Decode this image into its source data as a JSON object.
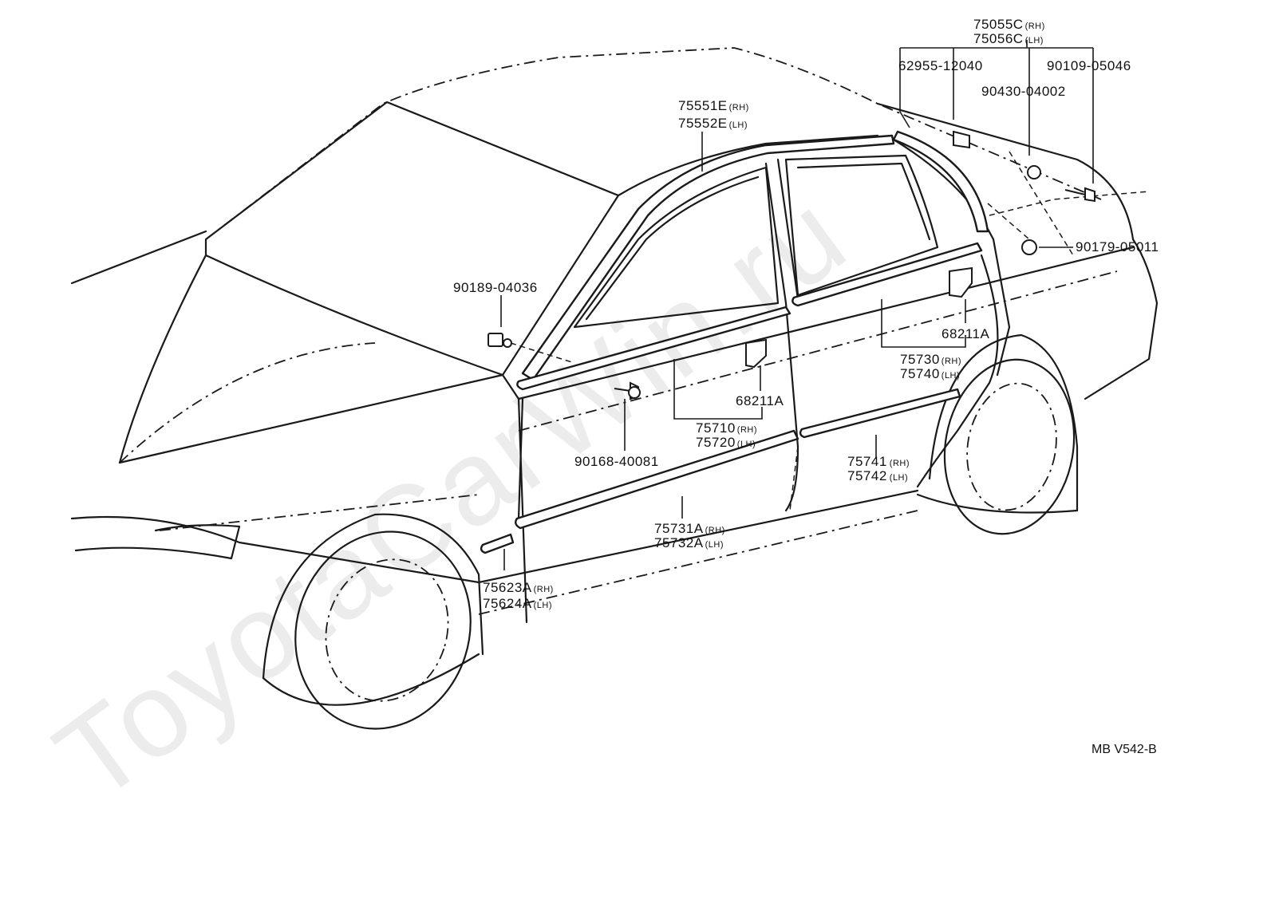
{
  "watermark": "ToyotaCarWin.ru",
  "diagram_code": "MB V542-B",
  "labels": {
    "p75055c": {
      "part": "75055C",
      "side": "(RH)"
    },
    "p75056c": {
      "part": "75056C",
      "side": "(LH)"
    },
    "p62955": {
      "part": "62955-12040"
    },
    "p90109": {
      "part": "90109-05046"
    },
    "p90430": {
      "part": "90430-04002"
    },
    "p75551e": {
      "part": "75551E",
      "side": "(RH)"
    },
    "p75552e": {
      "part": "75552E",
      "side": "(LH)"
    },
    "p90179": {
      "part": "90179-05011"
    },
    "p90189": {
      "part": "90189-04036"
    },
    "p68211a_rear": {
      "part": "68211A"
    },
    "p75730": {
      "part": "75730",
      "side": "(RH)"
    },
    "p75740": {
      "part": "75740",
      "side": "(LH)"
    },
    "p68211a_front": {
      "part": "68211A"
    },
    "p75710": {
      "part": "75710",
      "side": "(RH)"
    },
    "p75720": {
      "part": "75720",
      "side": "(LH)"
    },
    "p90168": {
      "part": "90168-40081"
    },
    "p75741": {
      "part": "75741",
      "side": "(RH)"
    },
    "p75742": {
      "part": "75742",
      "side": "(LH)"
    },
    "p75731a": {
      "part": "75731A",
      "side": "(RH)"
    },
    "p75732a": {
      "part": "75732A",
      "side": "(LH)"
    },
    "p75623a": {
      "part": "75623A",
      "side": "(RH)"
    },
    "p75624a": {
      "part": "75624A",
      "side": "(LH)"
    }
  }
}
